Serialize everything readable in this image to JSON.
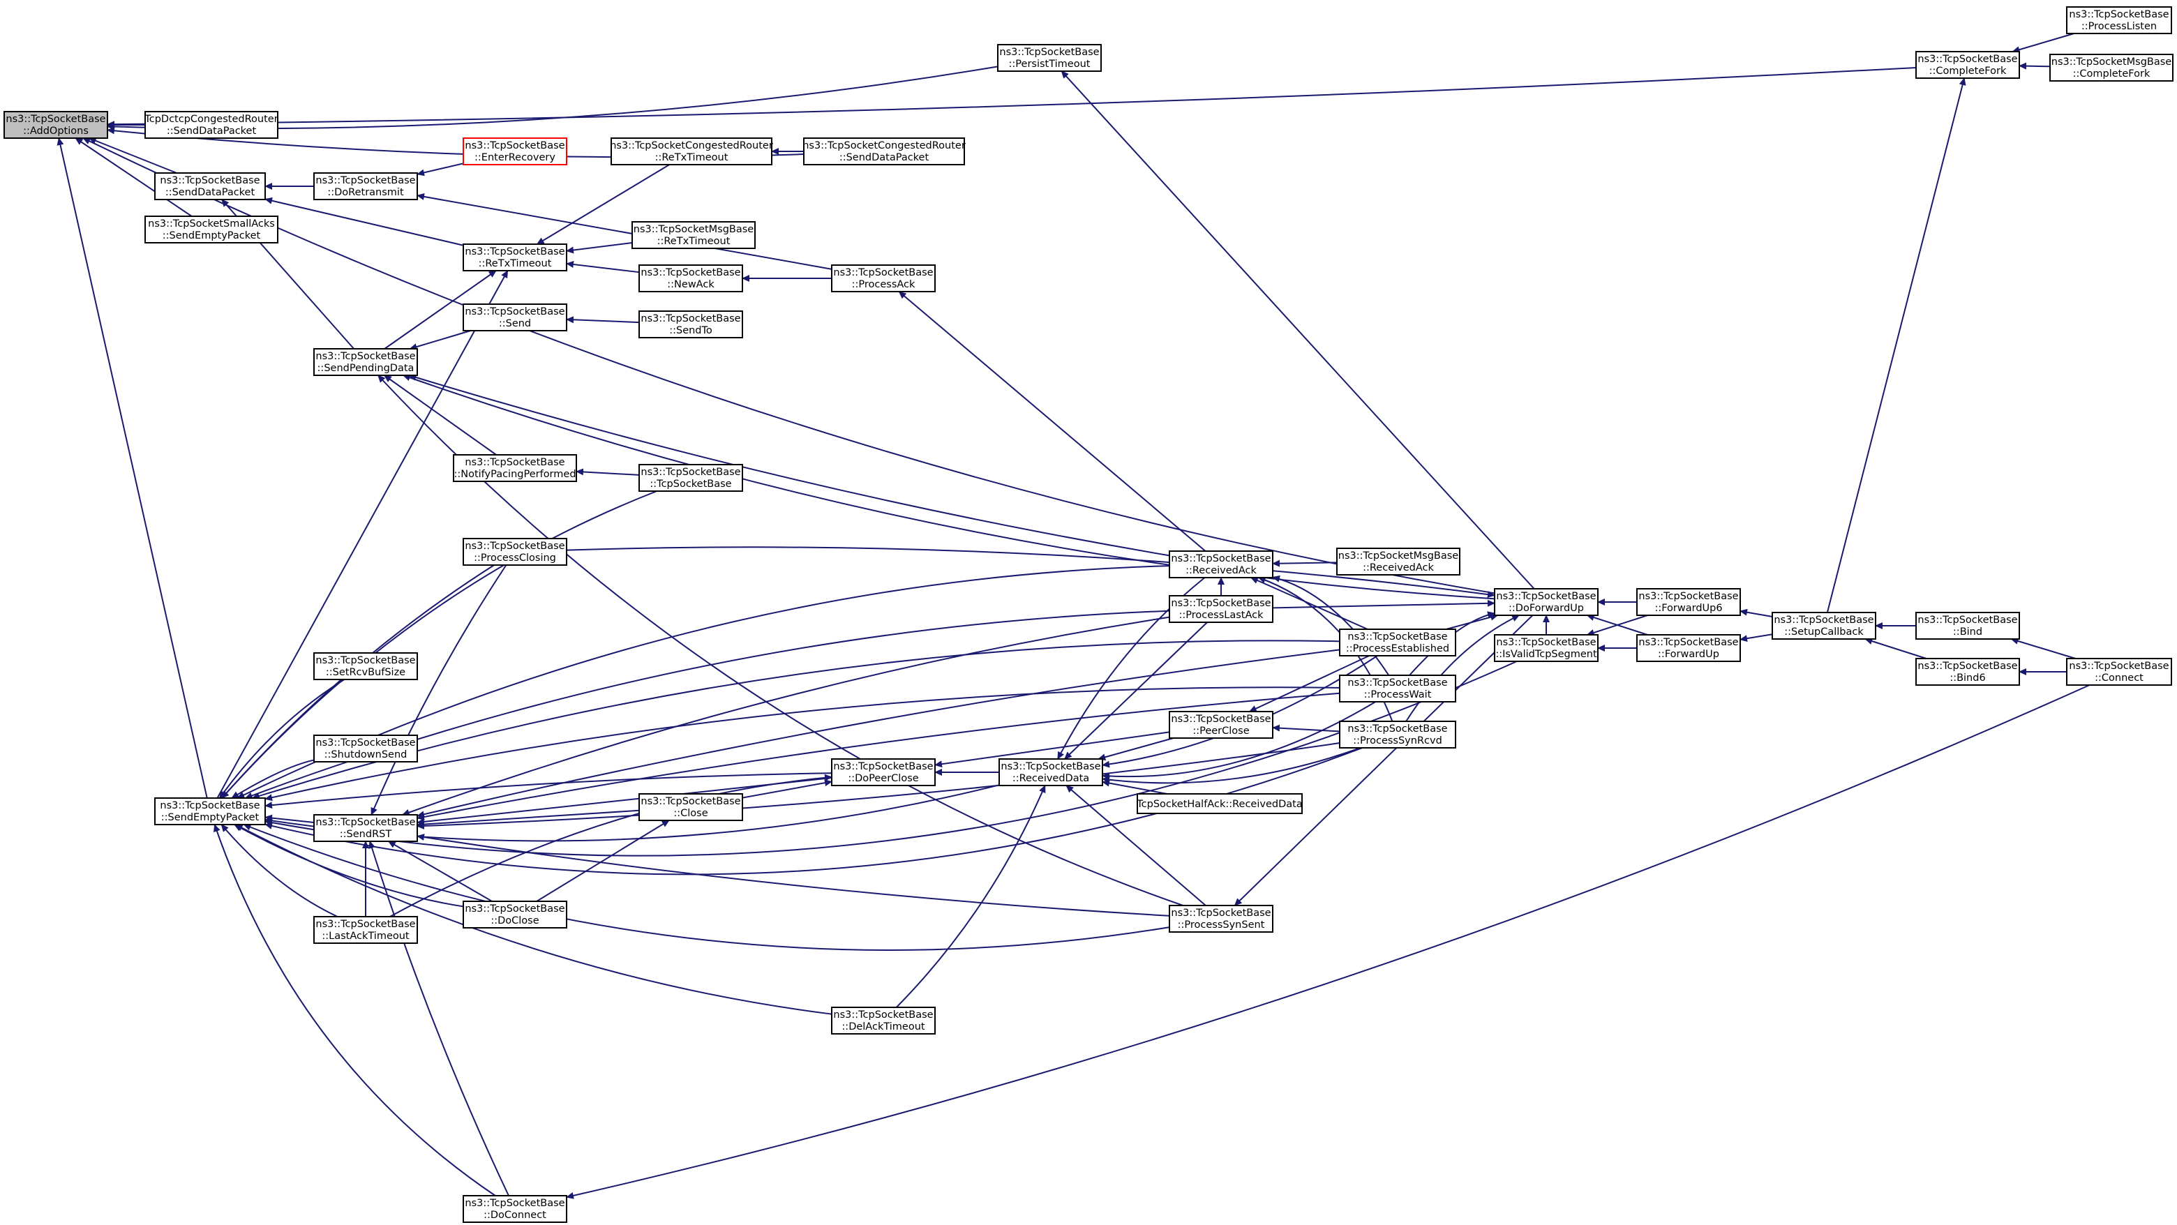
{
  "graph": {
    "root": "n1",
    "colors": {
      "edge": "#191970",
      "node_border": "#000000",
      "root_fill": "#bfbfbf",
      "highlight_border": "#ff0000"
    },
    "nodes": [
      {
        "id": "n1",
        "l1": "ns3::TcpSocketBase",
        "l2": "::AddOptions",
        "style": "root"
      },
      {
        "id": "n2",
        "l1": "TcpDctcpCongestedRouter",
        "l2": "::SendDataPacket"
      },
      {
        "id": "n3",
        "l1": "ns3::TcpSocketBase",
        "l2": "::SendDataPacket"
      },
      {
        "id": "n4",
        "l1": "ns3::TcpSocketSmallAcks",
        "l2": "::SendEmptyPacket"
      },
      {
        "id": "n5",
        "l1": "ns3::TcpSocketBase",
        "l2": "::SendEmptyPacket"
      },
      {
        "id": "n6",
        "l1": "ns3::TcpSocketBase",
        "l2": "::DoRetransmit"
      },
      {
        "id": "n7",
        "l1": "ns3::TcpSocketBase",
        "l2": "::SendPendingData"
      },
      {
        "id": "n8",
        "l1": "ns3::TcpSocketBase",
        "l2": "::SetRcvBufSize"
      },
      {
        "id": "n9",
        "l1": "ns3::TcpSocketBase",
        "l2": "::ShutdownSend"
      },
      {
        "id": "n10",
        "l1": "ns3::TcpSocketBase",
        "l2": "::SendRST"
      },
      {
        "id": "n11",
        "l1": "ns3::TcpSocketBase",
        "l2": "::LastAckTimeout"
      },
      {
        "id": "n12",
        "l1": "ns3::TcpSocketBase",
        "l2": "::EnterRecovery",
        "style": "red"
      },
      {
        "id": "n13",
        "l1": "ns3::TcpSocketBase",
        "l2": "::ReTxTimeout"
      },
      {
        "id": "n14",
        "l1": "ns3::TcpSocketBase",
        "l2": "::Send"
      },
      {
        "id": "n15",
        "l1": "ns3::TcpSocketBase",
        "l2": "::NotifyPacingPerformed"
      },
      {
        "id": "n16",
        "l1": "ns3::TcpSocketBase",
        "l2": "::ProcessClosing"
      },
      {
        "id": "n17",
        "l1": "ns3::TcpSocketBase",
        "l2": "::DoClose"
      },
      {
        "id": "n18",
        "l1": "ns3::TcpSocketBase",
        "l2": "::DoConnect"
      },
      {
        "id": "n19",
        "l1": "ns3::TcpSocketCongestedRouter",
        "l2": "::ReTxTimeout"
      },
      {
        "id": "n20",
        "l1": "ns3::TcpSocketMsgBase",
        "l2": "::ReTxTimeout"
      },
      {
        "id": "n21",
        "l1": "ns3::TcpSocketBase",
        "l2": "::NewAck"
      },
      {
        "id": "n22",
        "l1": "ns3::TcpSocketBase",
        "l2": "::SendTo"
      },
      {
        "id": "n23",
        "l1": "ns3::TcpSocketBase",
        "l2": "::TcpSocketBase"
      },
      {
        "id": "n24",
        "l1": "ns3::TcpSocketBase",
        "l2": "::Close"
      },
      {
        "id": "n25",
        "l1": "ns3::TcpSocketBase",
        "l2": "::PersistTimeout"
      },
      {
        "id": "n26",
        "l1": "ns3::TcpSocketCongestedRouter",
        "l2": "::SendDataPacket"
      },
      {
        "id": "n27",
        "l1": "ns3::TcpSocketBase",
        "l2": "::ProcessAck"
      },
      {
        "id": "n28",
        "l1": "ns3::TcpSocketBase",
        "l2": "::DoPeerClose"
      },
      {
        "id": "n29",
        "l1": "ns3::TcpSocketBase",
        "l2": "::DelAckTimeout"
      },
      {
        "id": "n30",
        "l1": "ns3::TcpSocketBase",
        "l2": "::ReceivedData"
      },
      {
        "id": "n31",
        "l1": "ns3::TcpSocketBase",
        "l2": "::ReceivedAck"
      },
      {
        "id": "n32",
        "l1": "ns3::TcpSocketBase",
        "l2": "::ProcessLastAck"
      },
      {
        "id": "n33",
        "l1": "ns3::TcpSocketBase",
        "l2": "::PeerClose"
      },
      {
        "id": "n34",
        "l1": "TcpSocketHalfAck::ReceivedData",
        "l2": ""
      },
      {
        "id": "n35",
        "l1": "ns3::TcpSocketBase",
        "l2": "::ProcessSynSent"
      },
      {
        "id": "n36",
        "l1": "ns3::TcpSocketMsgBase",
        "l2": "::ReceivedAck"
      },
      {
        "id": "n37",
        "l1": "ns3::TcpSocketBase",
        "l2": "::ProcessEstablished"
      },
      {
        "id": "n38",
        "l1": "ns3::TcpSocketBase",
        "l2": "::ProcessWait"
      },
      {
        "id": "n39",
        "l1": "ns3::TcpSocketBase",
        "l2": "::ProcessSynRcvd"
      },
      {
        "id": "n40",
        "l1": "ns3::TcpSocketBase",
        "l2": "::DoForwardUp"
      },
      {
        "id": "n41",
        "l1": "ns3::TcpSocketBase",
        "l2": "::IsValidTcpSegment"
      },
      {
        "id": "n42",
        "l1": "ns3::TcpSocketBase",
        "l2": "::ForwardUp6"
      },
      {
        "id": "n43",
        "l1": "ns3::TcpSocketBase",
        "l2": "::ForwardUp"
      },
      {
        "id": "n44",
        "l1": "ns3::TcpSocketBase",
        "l2": "::SetupCallback"
      },
      {
        "id": "n45",
        "l1": "ns3::TcpSocketBase",
        "l2": "::CompleteFork"
      },
      {
        "id": "n46",
        "l1": "ns3::TcpSocketBase",
        "l2": "::ProcessListen"
      },
      {
        "id": "n47",
        "l1": "ns3::TcpSocketMsgBase",
        "l2": "::CompleteFork"
      },
      {
        "id": "n48",
        "l1": "ns3::TcpSocketBase",
        "l2": "::Bind"
      },
      {
        "id": "n49",
        "l1": "ns3::TcpSocketBase",
        "l2": "::Bind6"
      },
      {
        "id": "n50",
        "l1": "ns3::TcpSocketBase",
        "l2": "::Connect"
      }
    ],
    "edges": [
      [
        "n2",
        "n1"
      ],
      [
        "n3",
        "n1"
      ],
      [
        "n4",
        "n1"
      ],
      [
        "n5",
        "n1"
      ],
      [
        "n25",
        "n1"
      ],
      [
        "n26",
        "n1"
      ],
      [
        "n40",
        "n1"
      ],
      [
        "n45",
        "n1"
      ],
      [
        "n6",
        "n3"
      ],
      [
        "n13",
        "n3"
      ],
      [
        "n7",
        "n3"
      ],
      [
        "n12",
        "n6"
      ],
      [
        "n27",
        "n6"
      ],
      [
        "n19",
        "n13"
      ],
      [
        "n20",
        "n13"
      ],
      [
        "n21",
        "n13"
      ],
      [
        "n7",
        "n13"
      ],
      [
        "n5",
        "n13"
      ],
      [
        "n26",
        "n19"
      ],
      [
        "n27",
        "n21"
      ],
      [
        "n31",
        "n27"
      ],
      [
        "n14",
        "n7"
      ],
      [
        "n15",
        "n7"
      ],
      [
        "n31",
        "n7"
      ],
      [
        "n35",
        "n7"
      ],
      [
        "n40",
        "n7"
      ],
      [
        "n22",
        "n14"
      ],
      [
        "n23",
        "n15"
      ],
      [
        "n40",
        "n25"
      ],
      [
        "n46",
        "n45"
      ],
      [
        "n47",
        "n45"
      ],
      [
        "n44",
        "n45"
      ],
      [
        "n8",
        "n5"
      ],
      [
        "n9",
        "n5"
      ],
      [
        "n10",
        "n5"
      ],
      [
        "n11",
        "n5"
      ],
      [
        "n16",
        "n5"
      ],
      [
        "n17",
        "n5"
      ],
      [
        "n18",
        "n5"
      ],
      [
        "n23",
        "n5"
      ],
      [
        "n28",
        "n5"
      ],
      [
        "n29",
        "n5"
      ],
      [
        "n30",
        "n5"
      ],
      [
        "n31",
        "n5"
      ],
      [
        "n32",
        "n5"
      ],
      [
        "n35",
        "n5"
      ],
      [
        "n37",
        "n5"
      ],
      [
        "n38",
        "n5"
      ],
      [
        "n39",
        "n5"
      ],
      [
        "n41",
        "n5"
      ],
      [
        "n11",
        "n10"
      ],
      [
        "n16",
        "n10"
      ],
      [
        "n17",
        "n10"
      ],
      [
        "n18",
        "n10"
      ],
      [
        "n24",
        "n10"
      ],
      [
        "n28",
        "n10"
      ],
      [
        "n32",
        "n10"
      ],
      [
        "n35",
        "n10"
      ],
      [
        "n37",
        "n10"
      ],
      [
        "n38",
        "n10"
      ],
      [
        "n39",
        "n10"
      ],
      [
        "n16",
        "n40"
      ],
      [
        "n32",
        "n40"
      ],
      [
        "n37",
        "n40"
      ],
      [
        "n38",
        "n40"
      ],
      [
        "n39",
        "n40"
      ],
      [
        "n17",
        "n24"
      ],
      [
        "n24",
        "n28"
      ],
      [
        "n11",
        "n28"
      ],
      [
        "n30",
        "n28"
      ],
      [
        "n33",
        "n28"
      ],
      [
        "n29",
        "n30"
      ],
      [
        "n31",
        "n30"
      ],
      [
        "n32",
        "n30"
      ],
      [
        "n33",
        "n30"
      ],
      [
        "n34",
        "n30"
      ],
      [
        "n35",
        "n30"
      ],
      [
        "n37",
        "n30"
      ],
      [
        "n38",
        "n30"
      ],
      [
        "n39",
        "n30"
      ],
      [
        "n32",
        "n31"
      ],
      [
        "n36",
        "n31"
      ],
      [
        "n37",
        "n31"
      ],
      [
        "n38",
        "n31"
      ],
      [
        "n39",
        "n31"
      ],
      [
        "n37",
        "n33"
      ],
      [
        "n39",
        "n33"
      ],
      [
        "n40",
        "n35"
      ],
      [
        "n41",
        "n40"
      ],
      [
        "n42",
        "n40"
      ],
      [
        "n43",
        "n40"
      ],
      [
        "n42",
        "n41"
      ],
      [
        "n43",
        "n41"
      ],
      [
        "n44",
        "n42"
      ],
      [
        "n44",
        "n43"
      ],
      [
        "n48",
        "n44"
      ],
      [
        "n49",
        "n44"
      ],
      [
        "n50",
        "n48"
      ],
      [
        "n50",
        "n49"
      ],
      [
        "n50",
        "n18"
      ]
    ]
  }
}
